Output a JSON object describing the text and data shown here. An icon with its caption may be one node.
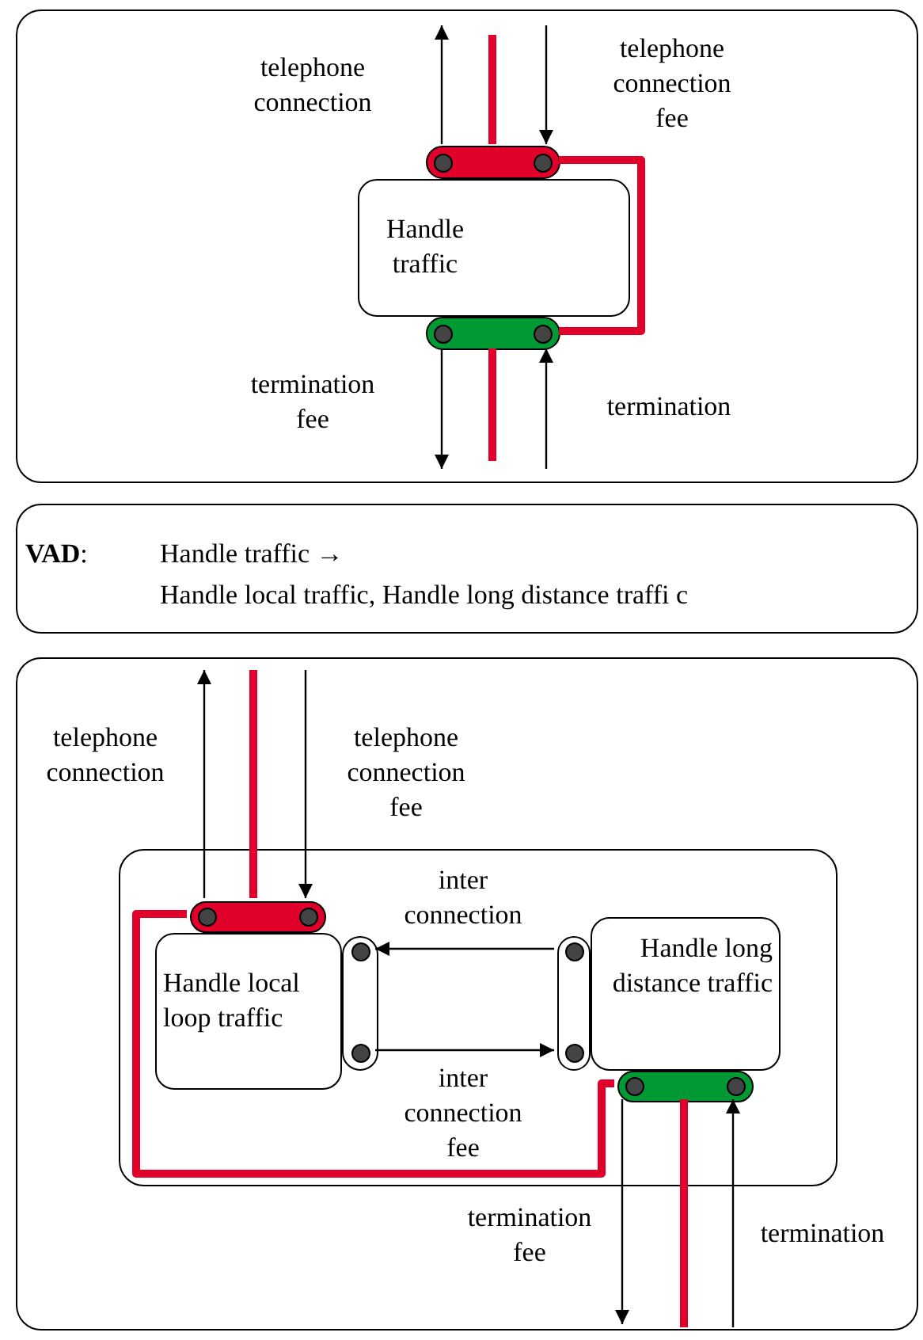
{
  "diagram": {
    "nodes": [
      {
        "text": [],
        "shape": "box"
      },
      {
        "text": [
          "Handle traffic"
        ],
        "in": 0
      },
      {
        "text": [],
        "shape": "bar",
        "in": 0
      },
      {
        "text": [],
        "shape": "bar",
        "in": 0
      },
      {
        "text": [
          "**VAD**:",
          "Handle traffic →",
          "Handle local traffic, Handle long distance traffi c"
        ]
      },
      {
        "text": [],
        "shape": "box"
      },
      {
        "text": [],
        "shape": "box",
        "in": 5
      },
      {
        "text": [
          "Handle local loop traffic"
        ],
        "in": 6
      },
      {
        "text": [
          "Handle long distance traffic"
        ],
        "in": 6
      },
      {
        "text": [],
        "shape": "bar",
        "in": 6
      },
      {
        "text": [],
        "shape": "bar",
        "in": 6
      },
      {
        "text": [],
        "shape": "bar",
        "in": 6
      },
      {
        "text": [],
        "shape": "bar",
        "in": 6
      }
    ],
    "edges": [
      {
        "from": 2,
        "to": null,
        "arrow": "to",
        "label": "telephone connection"
      },
      {
        "from": null,
        "to": 2,
        "arrow": "to",
        "label": "telephone connection fee"
      },
      {
        "from": 3,
        "to": null,
        "arrow": "to",
        "label": "termination fee"
      },
      {
        "from": null,
        "to": 3,
        "arrow": "to",
        "label": "termination"
      },
      {
        "from": null,
        "to": 2,
        "arrow": "none",
        "style": "thick",
        "color": "#e0002a"
      },
      {
        "from": 2,
        "to": 3,
        "arrow": "none",
        "style": "thick",
        "color": "#e0002a"
      },
      {
        "from": 3,
        "to": null,
        "arrow": "none",
        "style": "thick",
        "color": "#e0002a"
      },
      {
        "from": 9,
        "to": null,
        "arrow": "to",
        "label": "telephone connection"
      },
      {
        "from": null,
        "to": 9,
        "arrow": "to",
        "label": "telephone connection fee"
      },
      {
        "from": 11,
        "to": 10,
        "arrow": "to",
        "label": "inter connection"
      },
      {
        "from": 10,
        "to": 11,
        "arrow": "to",
        "label": "inter connection fee"
      },
      {
        "from": 12,
        "to": null,
        "arrow": "to",
        "label": "termination fee"
      },
      {
        "from": null,
        "to": 12,
        "arrow": "to",
        "label": "termination"
      },
      {
        "from": null,
        "to": 9,
        "arrow": "none",
        "style": "thick",
        "color": "#e0002a"
      },
      {
        "from": 9,
        "to": 12,
        "arrow": "none",
        "style": "thick",
        "color": "#e0002a"
      },
      {
        "from": 12,
        "to": null,
        "arrow": "none",
        "style": "thick",
        "color": "#e0002a"
      }
    ]
  }
}
